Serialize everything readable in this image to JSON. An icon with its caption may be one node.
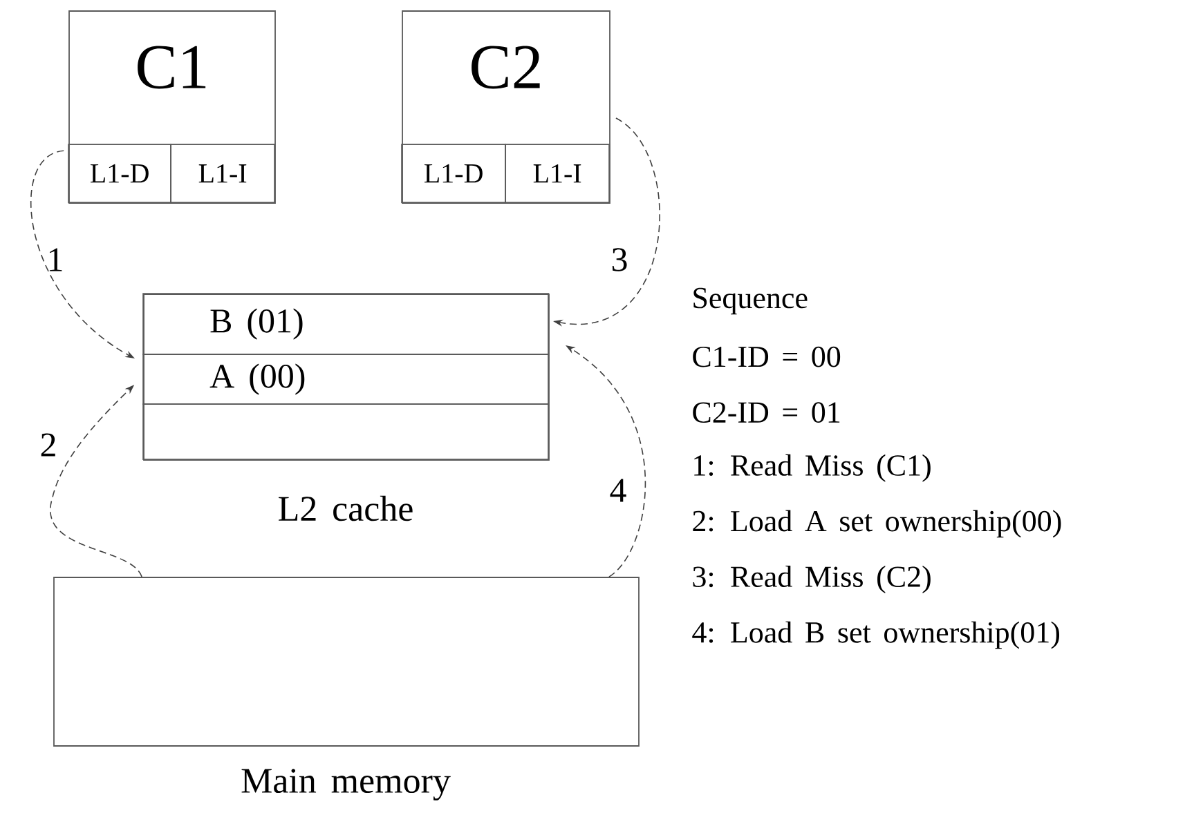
{
  "diagram": {
    "nodes": [
      {
        "text": [
          "C1"
        ]
      },
      {
        "text": [
          "L1-D"
        ],
        "in": 0
      },
      {
        "text": [
          "L1-I"
        ],
        "in": 0
      },
      {
        "text": [
          "C2"
        ]
      },
      {
        "text": [
          "L1-D"
        ],
        "in": 3
      },
      {
        "text": [
          "L1-I"
        ],
        "in": 3
      },
      {
        "text": [],
        "shape": "box",
        "beside": [
          "L2 cache"
        ]
      },
      {
        "text": [
          "B (01)"
        ],
        "in": 6
      },
      {
        "text": [
          "A (00)"
        ],
        "in": 6
      },
      {
        "text": [],
        "shape": "box",
        "in": 6
      },
      {
        "text": [],
        "shape": "box",
        "beside": [
          "Main memory"
        ]
      }
    ],
    "edges": [
      {
        "from": 1,
        "to": 6,
        "arrow": "to",
        "label": "1",
        "style": "dashed"
      },
      {
        "from": 10,
        "to": 8,
        "arrow": "to",
        "label": "2",
        "style": "dashed"
      },
      {
        "from": 3,
        "to": 7,
        "arrow": "to",
        "label": "3",
        "style": "dashed"
      },
      {
        "from": 10,
        "to": 7,
        "arrow": "to",
        "label": "4",
        "style": "dashed"
      }
    ],
    "labels": [
      "Sequence",
      "C1-ID = 00",
      "C2-ID = 01",
      "1: Read Miss (C1)",
      "2: Load A set ownership(00)",
      "3: Read Miss (C2)",
      "4: Load B set ownership(01)"
    ]
  }
}
